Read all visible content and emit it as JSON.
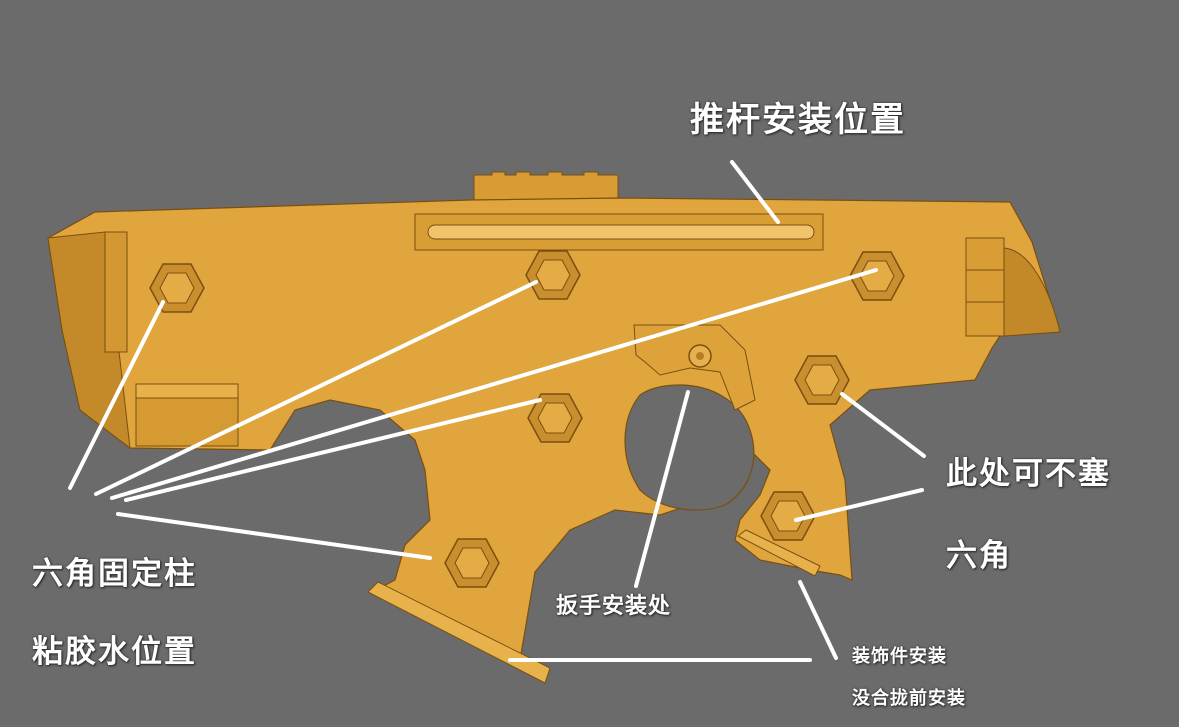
{
  "colors": {
    "background": "#6b6b6b",
    "part_fill": "#e0a53c",
    "part_edge": "#7a4f12",
    "hole_fill": "#c98f2f",
    "arrow": "#ffffff"
  },
  "labels": {
    "pushrod": "推杆安装位置",
    "no_plug_line1": "此处可不塞",
    "no_plug_line2": "六角",
    "hex_post_line1": "六角固定柱",
    "hex_post_line2": "粘胶水位置",
    "wrench": "扳手安装处",
    "decor_line1": "装饰件安装",
    "decor_line2": "没合拢前安装"
  }
}
